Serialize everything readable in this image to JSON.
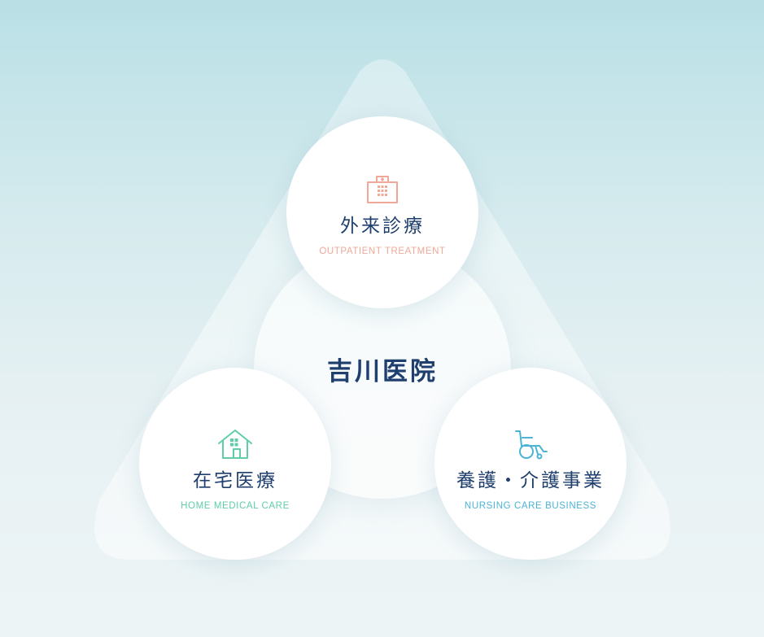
{
  "center": {
    "title": "吉川医院"
  },
  "nodes": {
    "top": {
      "title": "外来診療",
      "subtitle": "OUTPATIENT TREATMENT",
      "icon": "hospital-icon",
      "color": "#f0a899"
    },
    "left": {
      "title": "在宅医療",
      "subtitle": "HOME MEDICAL CARE",
      "icon": "house-icon",
      "color": "#5fcda9"
    },
    "right": {
      "title": "養護・介護事業",
      "subtitle": "NURSING CARE BUSINESS",
      "icon": "wheelchair-icon",
      "color": "#4bb4d4"
    }
  },
  "colors": {
    "heading": "#1f3f6e",
    "background_top": "#b9e0e6",
    "background_bottom": "#edf4f6"
  }
}
